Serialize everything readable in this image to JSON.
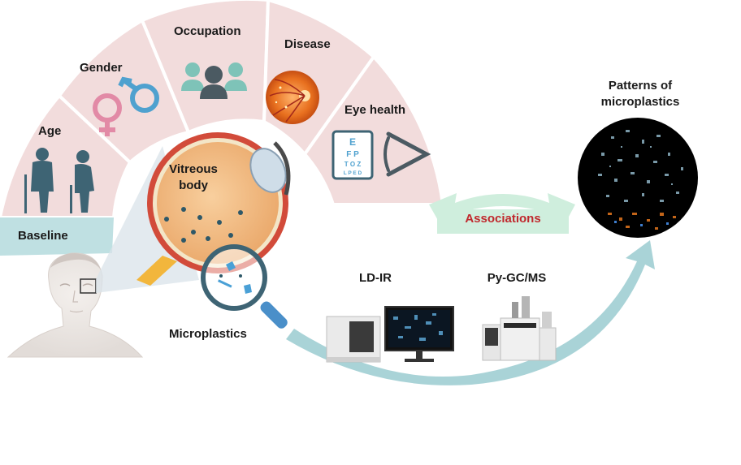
{
  "labels": {
    "age": "Age",
    "gender": "Gender",
    "occupation": "Occupation",
    "disease": "Disease",
    "eye_health": "Eye health",
    "baseline": "Baseline",
    "vitreous_line1": "Vitreous",
    "vitreous_line2": "body",
    "microplastics": "Microplastics",
    "ldir": "LD-IR",
    "pygcms": "Py-GC/MS",
    "associations": "Associations",
    "patterns_line1": "Patterns of",
    "patterns_line2": "microplastics"
  },
  "eye_chart": {
    "row1": "E",
    "row2": "F P",
    "row3": "T O Z",
    "row4": "L P E D"
  },
  "colors": {
    "sector_fill": "#f2dcdc",
    "baseline_band": "#bfe0e2",
    "arrow_teal": "#a9d3d7",
    "associations_red": "#c0282d",
    "icon_slate": "#3e6474",
    "icon_teal": "#7ec3b8",
    "gender_pink": "#e28aa6",
    "gender_blue": "#4fa1cf",
    "eye_orange": "#f0c090",
    "particle": "#2e5868"
  }
}
